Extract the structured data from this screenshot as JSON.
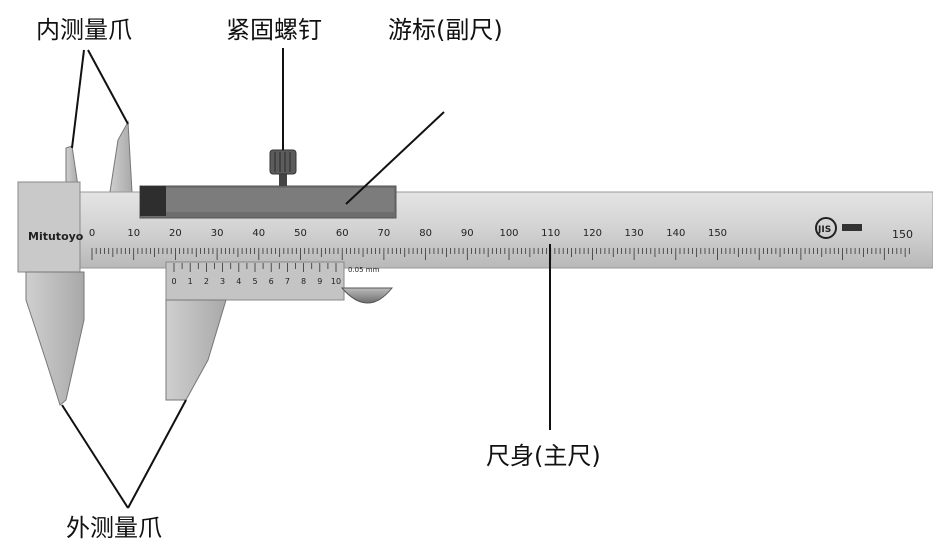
{
  "labels": {
    "inner_jaws": "内测量爪",
    "lock_screw": "紧固螺钉",
    "vernier": "游标(副尺)",
    "main_scale": "尺身(主尺)",
    "outer_jaws": "外测量爪"
  },
  "brand": "Mitutoyo",
  "main_scale_numbers": [
    "0",
    "10",
    "20",
    "30",
    "40",
    "50",
    "60",
    "70",
    "80",
    "90",
    "100",
    "110",
    "120",
    "130",
    "140",
    "150"
  ],
  "vernier_numbers": [
    "0",
    "1",
    "2",
    "3",
    "4",
    "5",
    "6",
    "7",
    "8",
    "9",
    "10"
  ],
  "vernier_unit": "0.05 mm",
  "end_mark": "150",
  "colors": {
    "steel_light": "#d6d6d6",
    "steel_mid": "#bdbdbd",
    "steel_dark": "#7a7a7a",
    "vernier_dark": "#6d6d6d",
    "line": "#111111"
  }
}
